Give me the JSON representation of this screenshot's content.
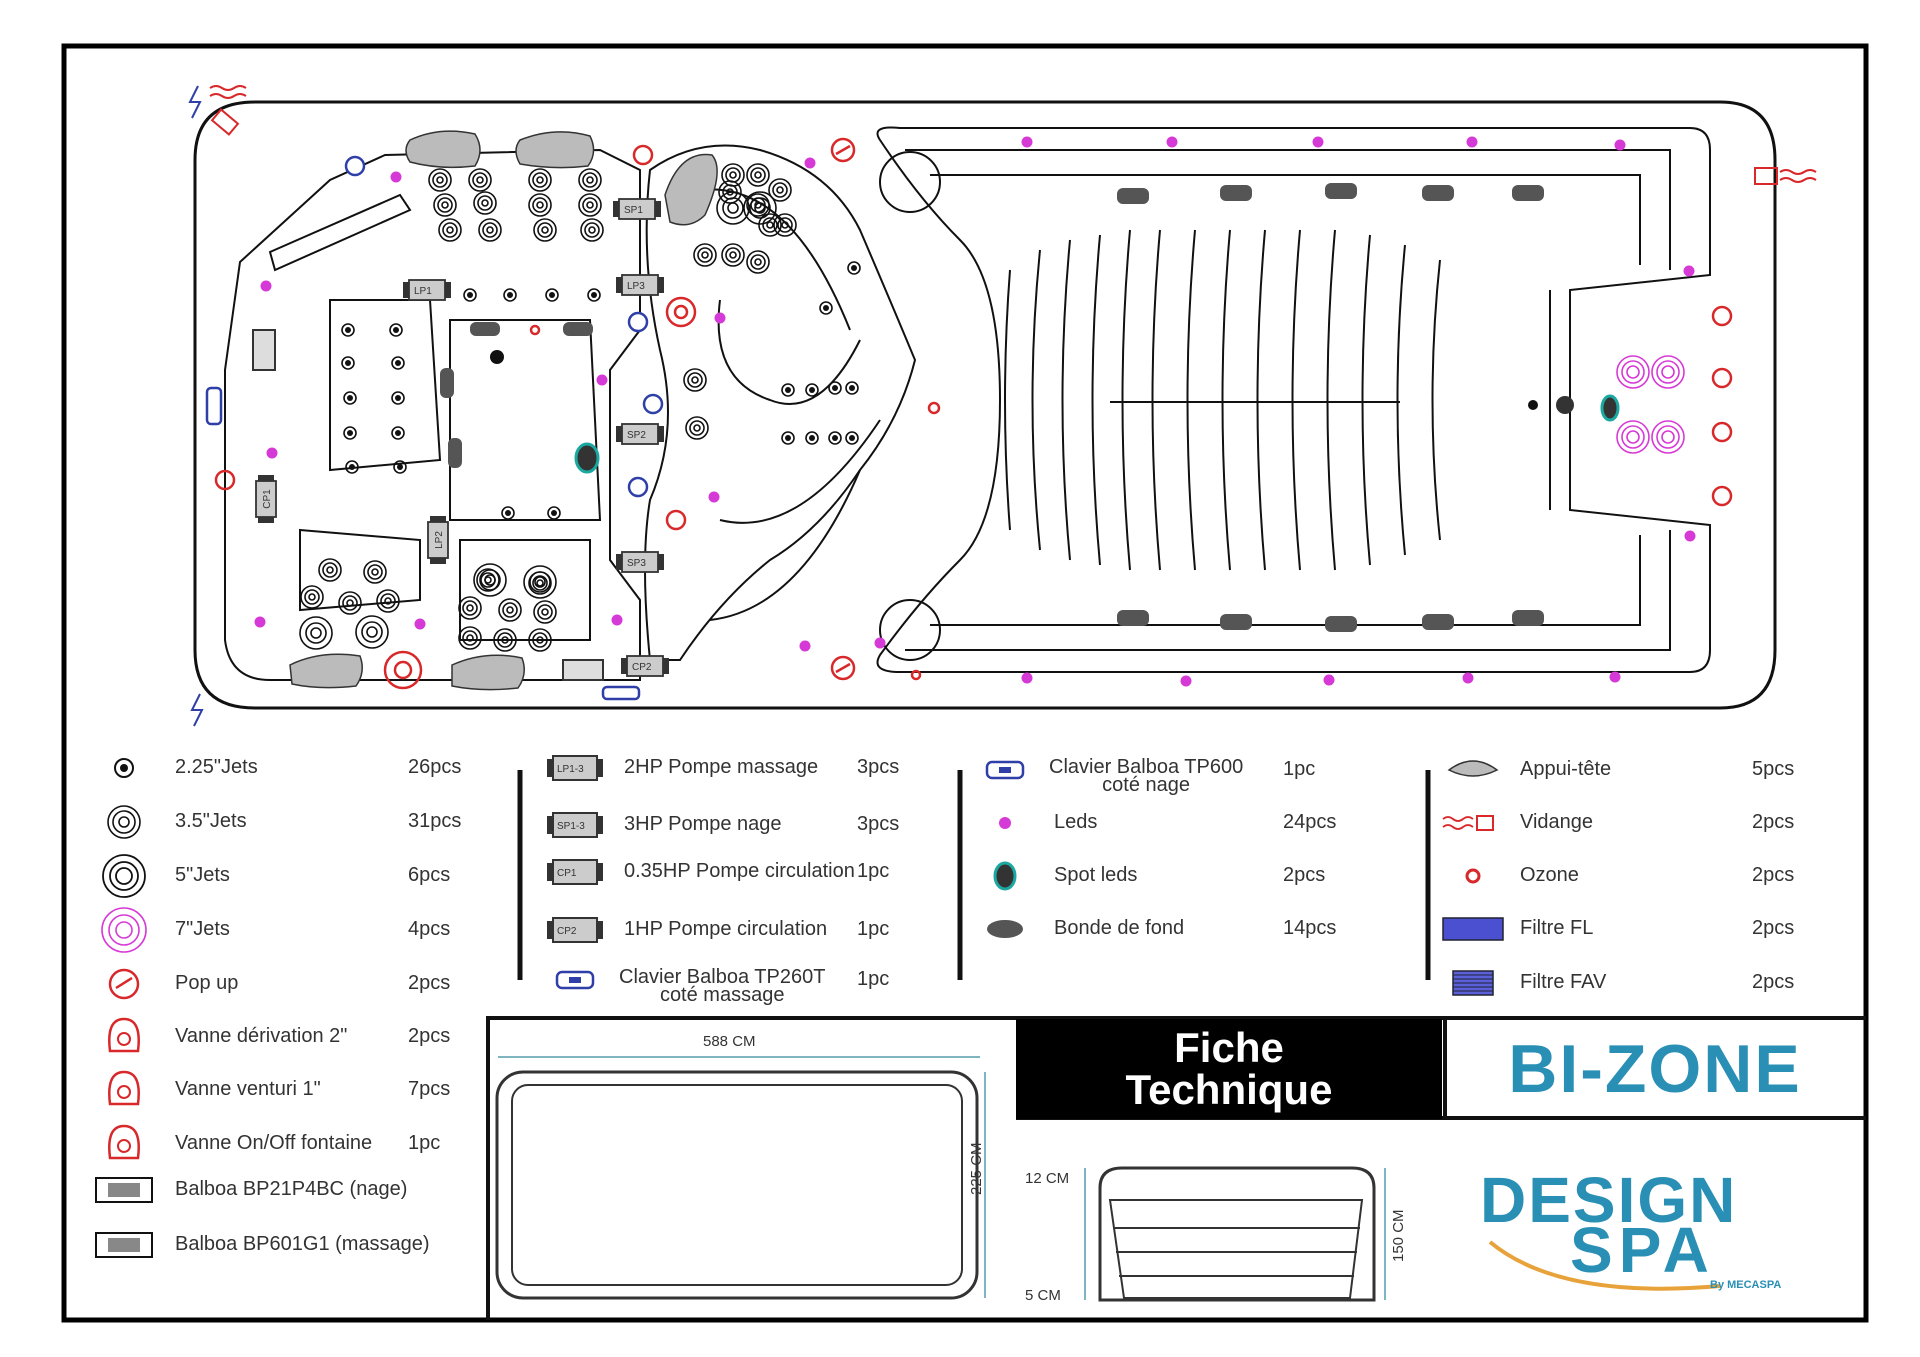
{
  "legend": {
    "col1": [
      {
        "label": "2.25\"Jets",
        "qty": "26pcs",
        "icon": "jet-small-icon"
      },
      {
        "label": "3.5\"Jets",
        "qty": "31pcs",
        "icon": "jet-medium-icon"
      },
      {
        "label": "5\"Jets",
        "qty": "6pcs",
        "icon": "jet-large-icon"
      },
      {
        "label": "7\"Jets",
        "qty": "4pcs",
        "icon": "jet-xlarge-icon"
      },
      {
        "label": "Pop up",
        "qty": "2pcs",
        "icon": "popup-icon"
      },
      {
        "label": "Vanne dérivation 2\"",
        "qty": "2pcs",
        "icon": "diverter-valve-icon"
      },
      {
        "label": "Vanne venturi 1\"",
        "qty": "7pcs",
        "icon": "venturi-valve-icon"
      },
      {
        "label": "Vanne On/Off fontaine",
        "qty": "1pc",
        "icon": "fountain-valve-icon"
      },
      {
        "label": "Balboa BP21P4BC  (nage)",
        "qty": "",
        "icon": "control-box-icon"
      },
      {
        "label": "Balboa BP601G1  (massage)",
        "qty": "",
        "icon": "control-box-icon"
      }
    ],
    "col2": [
      {
        "label": "2HP Pompe massage",
        "qty": "3pcs",
        "icon": "pump-lp-icon",
        "tag": "LP1-3"
      },
      {
        "label": "3HP Pompe nage",
        "qty": "3pcs",
        "icon": "pump-sp-icon",
        "tag": "SP1-3"
      },
      {
        "label": "0.35HP Pompe circulation",
        "qty": "1pc",
        "icon": "pump-cp1-icon",
        "tag": "CP1"
      },
      {
        "label": "1HP Pompe circulation",
        "qty": "1pc",
        "icon": "pump-cp2-icon",
        "tag": "CP2"
      },
      {
        "label": "Clavier Balboa TP260T",
        "label2": "coté massage",
        "qty": "1pc",
        "icon": "keypad-icon"
      }
    ],
    "col3": [
      {
        "label": "Clavier Balboa TP600",
        "label2": "coté nage",
        "qty": "1pc",
        "icon": "keypad-icon"
      },
      {
        "label": "Leds",
        "qty": "24pcs",
        "icon": "led-icon"
      },
      {
        "label": "Spot leds",
        "qty": "2pcs",
        "icon": "spot-led-icon"
      },
      {
        "label": "Bonde de fond",
        "qty": "14pcs",
        "icon": "floor-drain-icon"
      }
    ],
    "col4": [
      {
        "label": "Appui-tête",
        "qty": "5pcs",
        "icon": "headrest-icon"
      },
      {
        "label": "Vidange",
        "qty": "2pcs",
        "icon": "drain-icon"
      },
      {
        "label": "Ozone",
        "qty": "2pcs",
        "icon": "ozone-icon"
      },
      {
        "label": "Filtre FL",
        "qty": "2pcs",
        "icon": "filter-fl-icon"
      },
      {
        "label": "Filtre FAV",
        "qty": "2pcs",
        "icon": "filter-fav-icon"
      }
    ]
  },
  "diagram_labels": {
    "pumps": [
      "LP1",
      "LP2",
      "LP3",
      "SP1",
      "SP2",
      "SP3",
      "CP1",
      "CP2"
    ]
  },
  "title_block": {
    "fiche_line1": "Fiche",
    "fiche_line2": "Technique",
    "model": "BI-ZONE",
    "brand_line1": "DESIGN",
    "brand_line2": "SPA",
    "brand_by": "By MECASPA"
  },
  "dimensions": {
    "length": "588 CM",
    "width": "225 CM",
    "height": "150 CM",
    "top_offset": "12 CM",
    "bottom_offset": "5 CM"
  },
  "colors": {
    "led": "#d63ad6",
    "valve": "#d8282a",
    "ozone": "#d8282a",
    "keypad": "#2f3fa8",
    "filter": "#4a50d0",
    "brand": "#2a8fb5",
    "brand_accent": "#e8a23a"
  }
}
